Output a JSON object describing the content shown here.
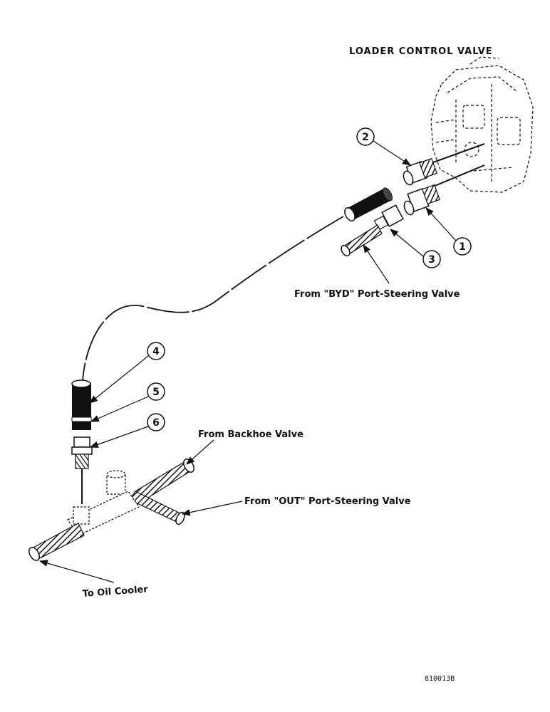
{
  "labels": {
    "loader_control_valve": "LOADER CONTROL VALVE",
    "from_byd_port": "From \"BYD\" Port-Steering Valve",
    "from_backhoe": "From Backhoe Valve",
    "from_out_port": "From \"OUT\" Port-Steering Valve",
    "to_oil_cooler": "To Oil Cooler",
    "figure_id": "810013B"
  },
  "callouts": [
    "1",
    "2",
    "3",
    "4",
    "5",
    "6"
  ]
}
